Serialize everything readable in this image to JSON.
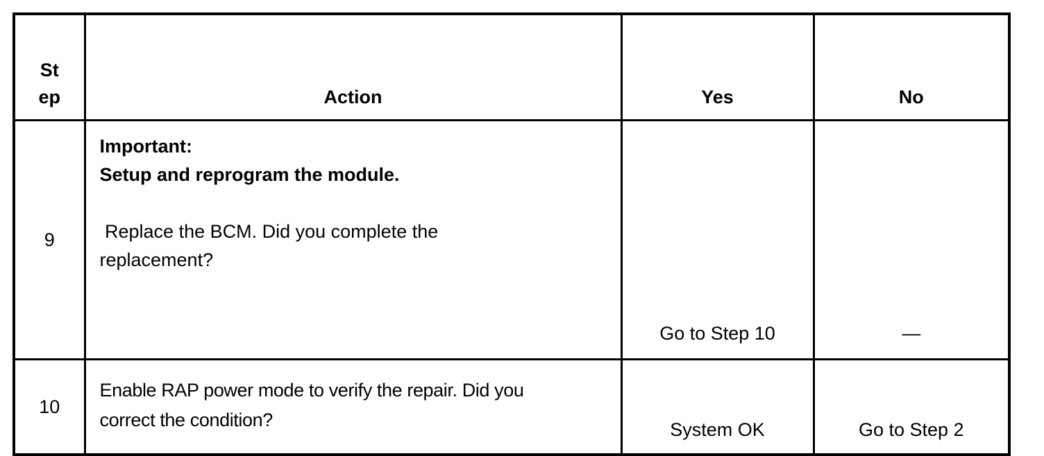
{
  "table": {
    "headers": {
      "step": "St\nep",
      "action": "Action",
      "yes": "Yes",
      "no": "No"
    },
    "rows": [
      {
        "step": "9",
        "action_important": "Important:\nSetup and reprogram the module.",
        "action_question": " Replace the BCM. Did you complete the\nreplacement?",
        "yes": "Go to Step 10",
        "no": "—"
      },
      {
        "step": "10",
        "action_question": "Enable RAP power mode to verify the repair. Did you\ncorrect the condition?",
        "yes": "System OK",
        "no": "Go to Step 2"
      }
    ]
  },
  "colors": {
    "background": "#ffffff",
    "border": "#000000",
    "text": "#000000"
  }
}
